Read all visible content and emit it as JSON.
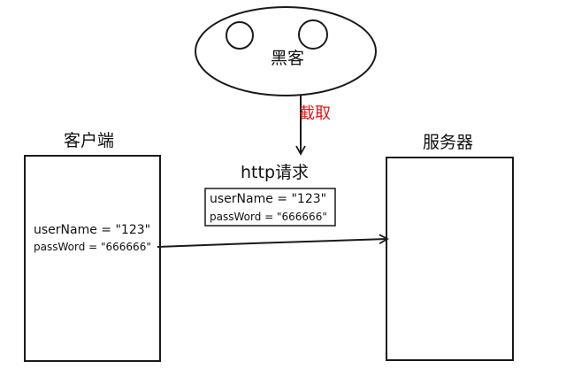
{
  "hacker": {
    "label": "黑客"
  },
  "intercept": {
    "label": "截取"
  },
  "request": {
    "title": "http请求",
    "line1": "userName = \"123\"",
    "line2": "passWord = \"666666\""
  },
  "client": {
    "title": "客户端",
    "line1": "userName = \"123\"",
    "line2": "passWord = \"666666\""
  },
  "server": {
    "title": "服务器"
  },
  "colors": {
    "stroke": "#1a1a1a",
    "intercept_text": "#e01616"
  }
}
